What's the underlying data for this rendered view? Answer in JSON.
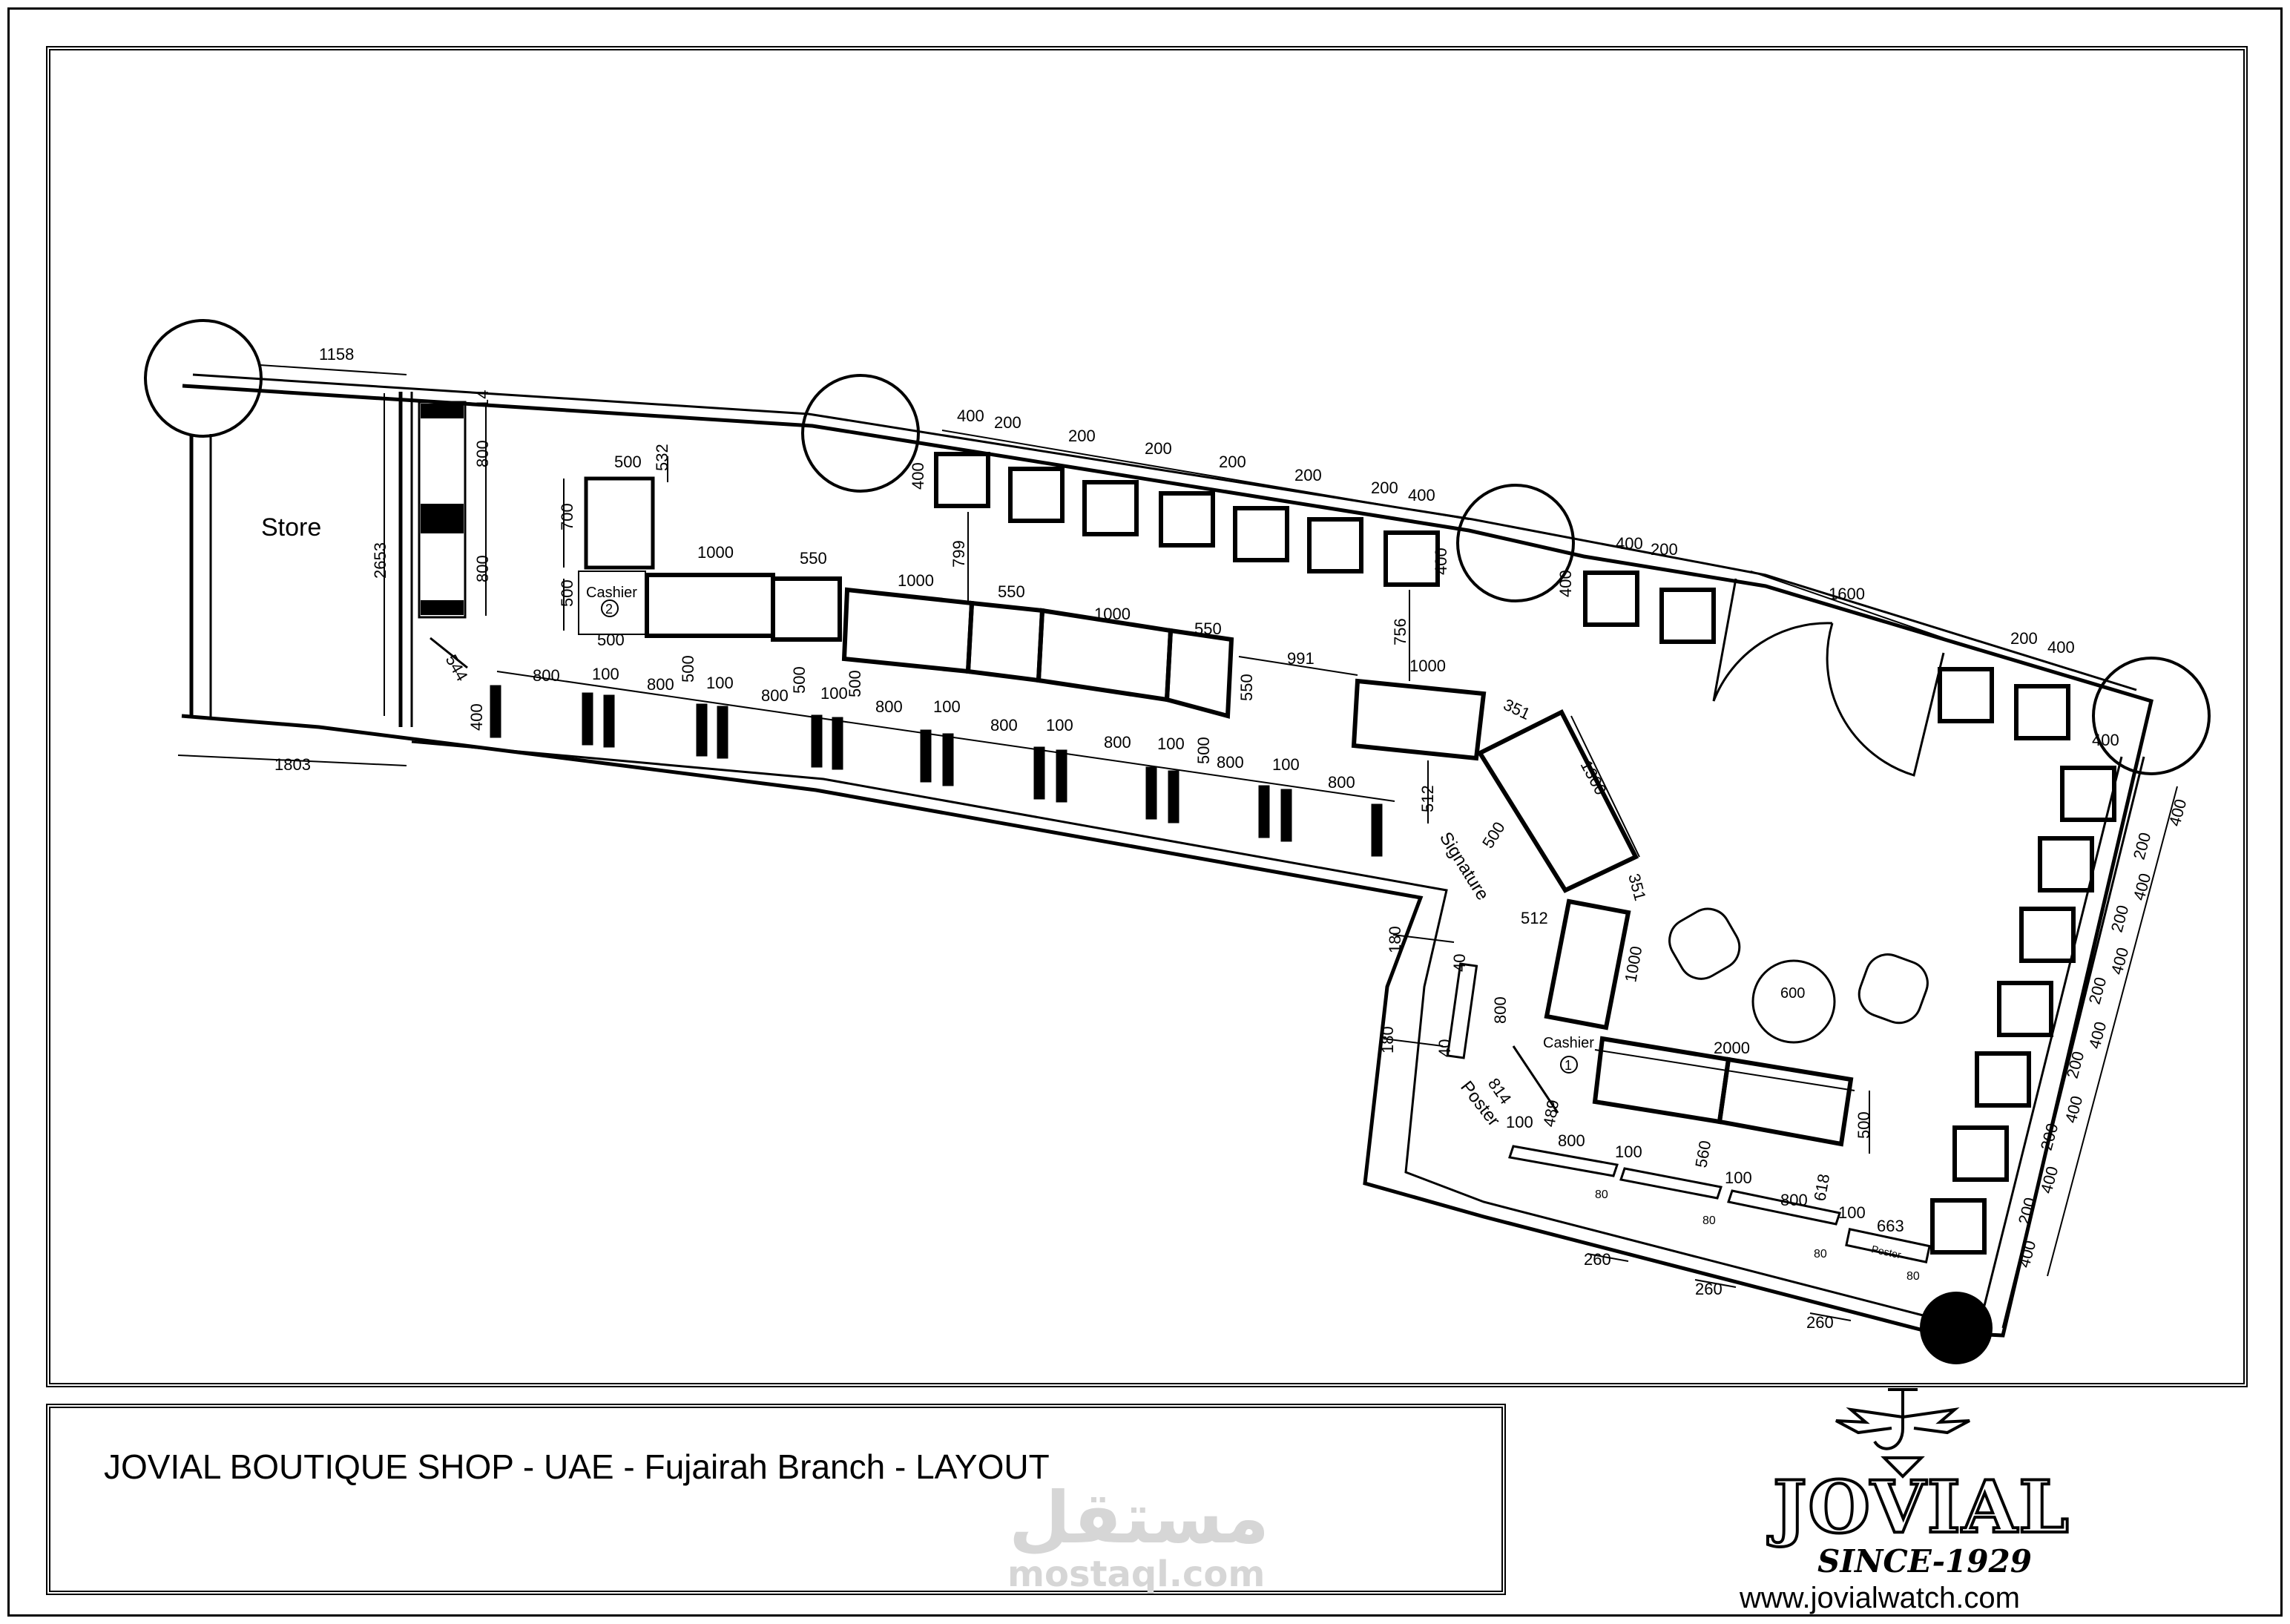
{
  "title": "JOVIAL BOUTIQUE SHOP - UAE - Fujairah Branch - LAYOUT",
  "logo": {
    "brand": "JOVIAL",
    "since": "SINCE-1929",
    "url": "www.jovialwatch.com"
  },
  "watermark": {
    "arabic": "مستقل",
    "latin": "mostaql.com"
  },
  "labels": {
    "store": "Store",
    "cashier": "Cashier",
    "cashier_1_num": "1",
    "cashier_2_num": "2",
    "signature": "Signature",
    "poster": "Poster",
    "poster_small": "Poster",
    "table": "600"
  },
  "dimensions": {
    "d1158": "1158",
    "d1803": "1803",
    "d2653": "2653",
    "d800": "800",
    "d100": "100",
    "d500": "500",
    "d400": "400",
    "d200": "200",
    "d1000": "1000",
    "d550": "550",
    "d700": "700",
    "d532": "532",
    "d544": "544",
    "d799": "799",
    "d756": "756",
    "d991": "991",
    "d351": "351",
    "d1300": "1300",
    "d512": "512",
    "d1600": "1600",
    "d180": "180",
    "d40": "40",
    "d814": "814",
    "d489": "489",
    "d2000": "2000",
    "d618": "618",
    "d663": "663",
    "d260": "260",
    "d80": "80",
    "d560": "560",
    "d14": "14"
  },
  "colors": {
    "ink": "#000000",
    "paper": "#ffffff",
    "watermark": "#d6d6d6"
  }
}
